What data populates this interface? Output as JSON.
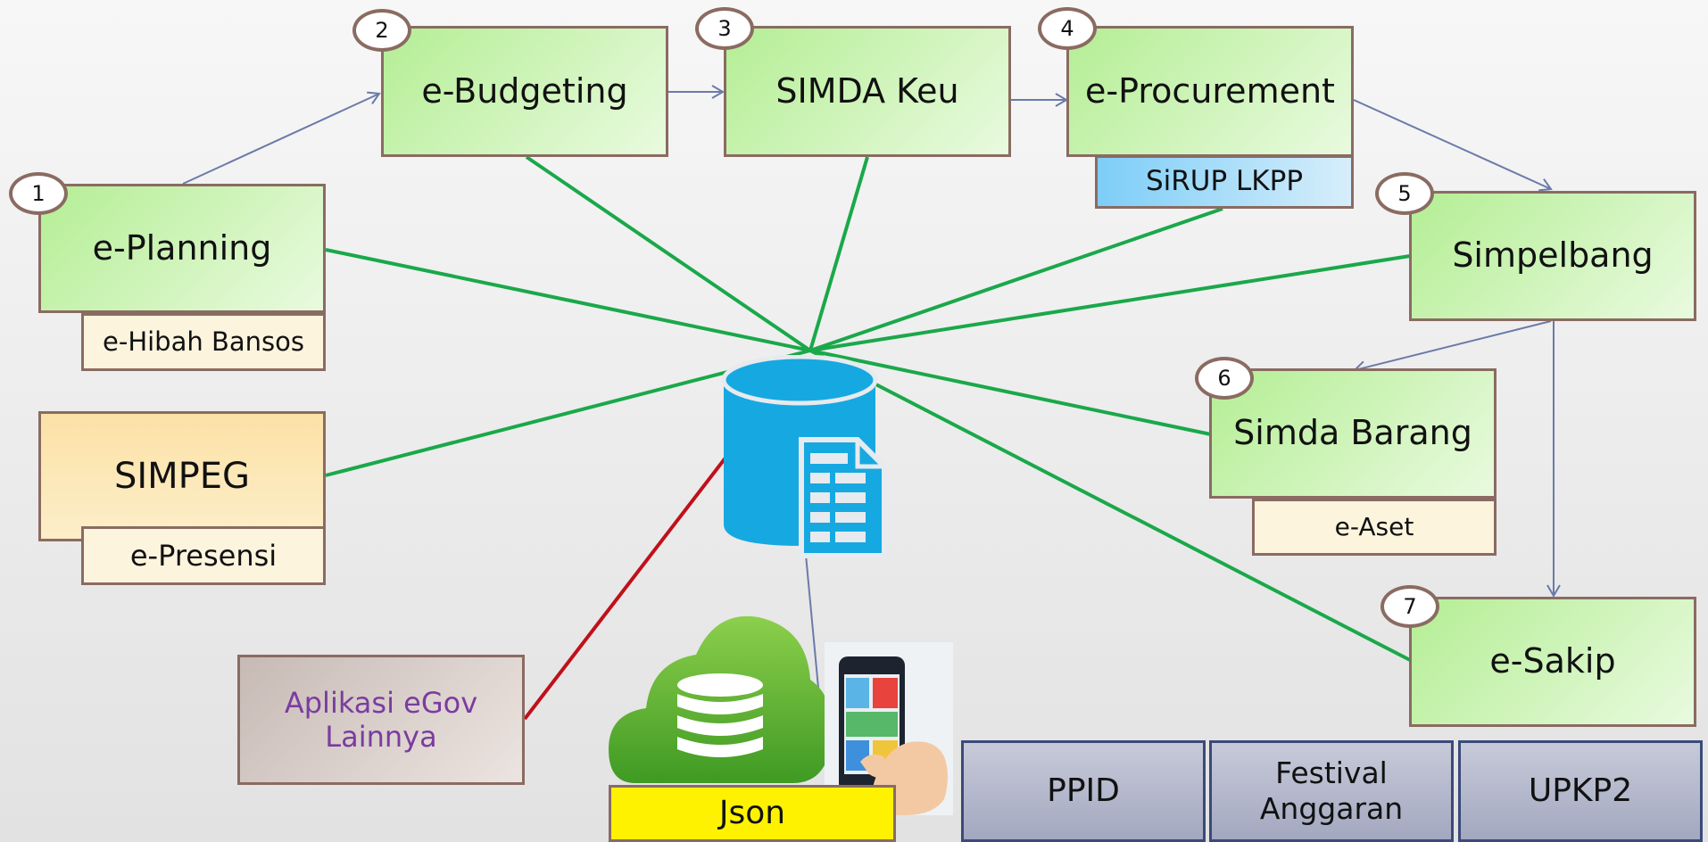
{
  "nodes": {
    "e_planning": {
      "label": "e-Planning",
      "number": "1"
    },
    "e_hibah": {
      "label": "e-Hibah Bansos"
    },
    "e_budgeting": {
      "label": "e-Budgeting",
      "number": "2"
    },
    "simda_keu": {
      "label": "SIMDA Keu",
      "number": "3"
    },
    "e_procurement": {
      "label": "e-Procurement",
      "number": "4"
    },
    "sirup": {
      "label": "SiRUP LKPP"
    },
    "simpelbang": {
      "label": "Simpelbang",
      "number": "5"
    },
    "simda_barang": {
      "label": "Simda Barang",
      "number": "6"
    },
    "e_aset": {
      "label": "e-Aset"
    },
    "e_sakip": {
      "label": "e-Sakip",
      "number": "7"
    },
    "simpeg": {
      "label": "SIMPEG"
    },
    "e_presensi": {
      "label": "e-Presensi"
    },
    "aplikasi_lainnya": {
      "line1": "Aplikasi eGov",
      "line2": "Lainnya"
    },
    "json": {
      "label": "Json"
    },
    "ppid": {
      "label": "PPID"
    },
    "festival": {
      "line1": "Festival",
      "line2": "Anggaran"
    },
    "upkp2": {
      "label": "UPKP2"
    }
  },
  "icons": {
    "database": "database-document-icon",
    "cloud": "cloud-database-icon",
    "mobile": "mobile-app-hand-icon"
  },
  "colors": {
    "flow_arrow": "#6b7aa8",
    "data_line": "#1aa84a",
    "other_line": "#c0101a",
    "node_green": "#b4ee94",
    "node_border": "#8a6b62",
    "database_blue": "#16a9e1",
    "json_yellow": "#fff200"
  }
}
